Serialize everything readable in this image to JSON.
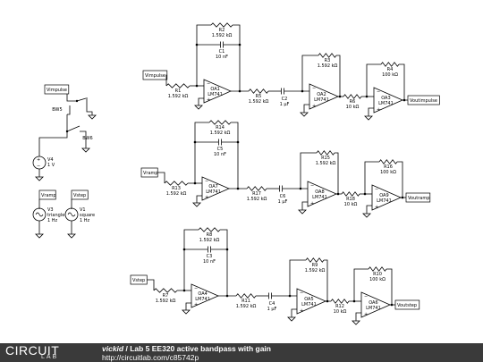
{
  "footer": {
    "logo_text": "CIRCUIT",
    "logo_subtext": "LAB",
    "author": "vickid",
    "separator": " / ",
    "title": "Lab 5 EE320 active bandpass with gain",
    "url": "http://circuitlab.com/c85742p"
  },
  "sources": {
    "switches": [
      {
        "label": "BW5"
      },
      {
        "label": "BW6"
      }
    ],
    "dc": {
      "name": "V4",
      "value": "1 V"
    },
    "gens": [
      {
        "name": "V3",
        "wave": "triangle",
        "freq": "1 Hz",
        "tag": "Vramp"
      },
      {
        "name": "V1",
        "wave": "square",
        "freq": "1 Hz",
        "tag": "Vstep"
      }
    ],
    "impulse_tag": "Vimpulse"
  },
  "stages": [
    {
      "in_tag": "Vimpulse",
      "out_tag": "Voutimpulse",
      "rin": {
        "name": "R1",
        "value": "1.592 kΩ"
      },
      "rf": {
        "name": "R2",
        "value": "1.592 kΩ"
      },
      "cf": {
        "name": "C1",
        "value": "10 nF"
      },
      "oa1": {
        "name": "OA1",
        "model": "LM741"
      },
      "rs": {
        "name": "R5",
        "value": "1.592 kΩ"
      },
      "cs": {
        "name": "C2",
        "value": "1 µF"
      },
      "rf2": {
        "name": "R3",
        "value": "1.592 kΩ"
      },
      "oa2": {
        "name": "OA2",
        "model": "LM741"
      },
      "rg": {
        "name": "R6",
        "value": "10 kΩ"
      },
      "rf3": {
        "name": "R4",
        "value": "100 kΩ"
      },
      "oa3": {
        "name": "OA3",
        "model": "LM741"
      }
    },
    {
      "in_tag": "Vramp",
      "out_tag": "Voutramp",
      "rin": {
        "name": "R13",
        "value": "1.592 kΩ"
      },
      "rf": {
        "name": "R14",
        "value": "1.592 kΩ"
      },
      "cf": {
        "name": "C5",
        "value": "10 nF"
      },
      "oa1": {
        "name": "OA7",
        "model": "LM741"
      },
      "rs": {
        "name": "R17",
        "value": "1.592 kΩ"
      },
      "cs": {
        "name": "C6",
        "value": "1 µF"
      },
      "rf2": {
        "name": "R15",
        "value": "1.592 kΩ"
      },
      "oa2": {
        "name": "OA8",
        "model": "LM741"
      },
      "rg": {
        "name": "R18",
        "value": "10 kΩ"
      },
      "rf3": {
        "name": "R16",
        "value": "100 kΩ"
      },
      "oa3": {
        "name": "OA9",
        "model": "LM741"
      }
    },
    {
      "in_tag": "Vstep",
      "out_tag": "Voutstep",
      "rin": {
        "name": "R7",
        "value": "1.592 kΩ"
      },
      "rf": {
        "name": "R8",
        "value": "1.592 kΩ"
      },
      "cf": {
        "name": "C3",
        "value": "10 nF"
      },
      "oa1": {
        "name": "OA4",
        "model": "LM741"
      },
      "rs": {
        "name": "R11",
        "value": "1.592 kΩ"
      },
      "cs": {
        "name": "C4",
        "value": "1 µF"
      },
      "rf2": {
        "name": "R9",
        "value": "1.592 kΩ"
      },
      "oa2": {
        "name": "OA5",
        "model": "LM741"
      },
      "rg": {
        "name": "R12",
        "value": "10 kΩ"
      },
      "rf3": {
        "name": "R10",
        "value": "100 kΩ"
      },
      "oa3": {
        "name": "OA6",
        "model": "LM741"
      }
    }
  ]
}
